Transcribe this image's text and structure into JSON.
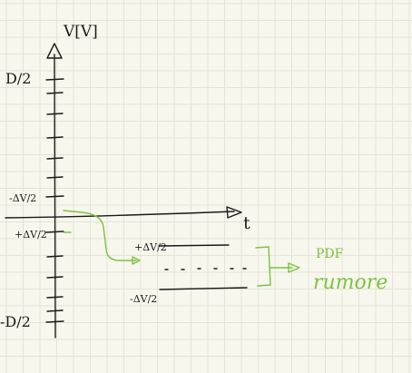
{
  "colors": {
    "background": "#f7f7ee",
    "grid": "#e3e3d6",
    "ink": "#1a1a1a",
    "highlight": "#7cc241"
  },
  "diagram": {
    "y_axis_label": "V[V]",
    "x_axis_label": "t",
    "tick_top": "D/2",
    "tick_bottom": "-D/2",
    "label_neg_half_dv": "-ΔV/2",
    "label_pos_half_dv": "+ΔV/2",
    "zoom_upper_label": "+ΔV/2",
    "zoom_lower_label": "-ΔV/2",
    "pdf_label": "PDF",
    "noise_label": "rumore"
  }
}
